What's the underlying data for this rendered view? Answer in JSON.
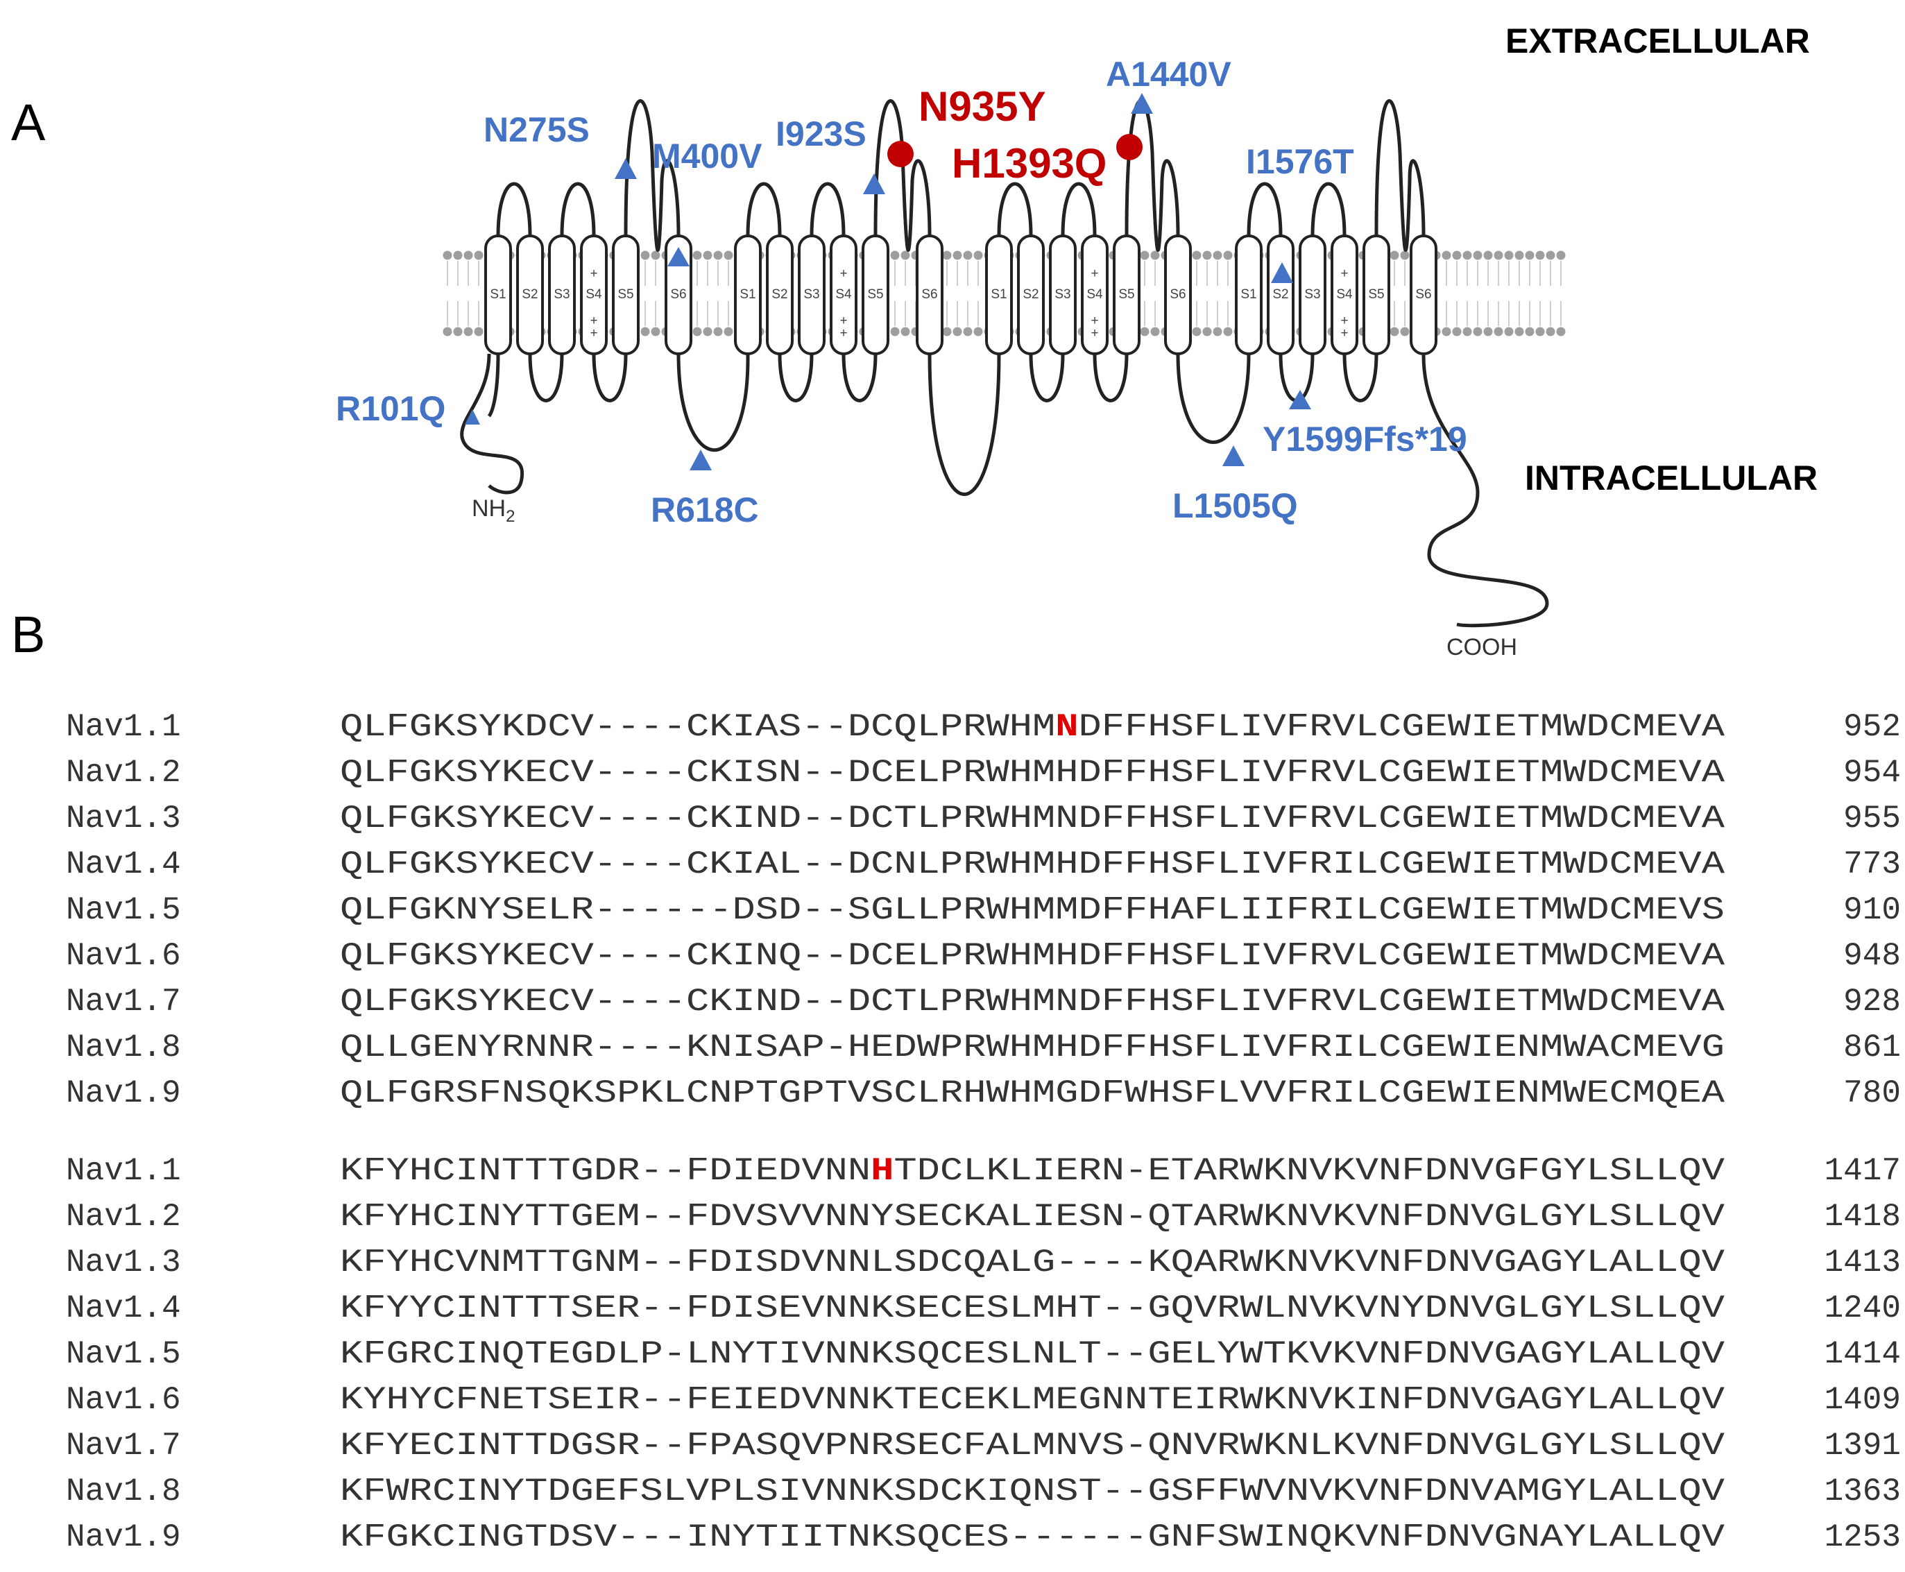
{
  "panel_a": {
    "letter": "A",
    "extracellular_label": "EXTRACELLULAR",
    "intracellular_label": "INTRACELLULAR",
    "n_terminus": "NH2",
    "c_terminus": "COOH",
    "segments": [
      "S1",
      "S2",
      "S3",
      "S4",
      "S5",
      "S6"
    ],
    "mutations_blue": [
      "N275S",
      "M400V",
      "I923S",
      "A1440V",
      "I1576T",
      "R101Q",
      "R618C",
      "L1505Q",
      "Y1599Ffs*19"
    ],
    "mutations_red": [
      "N935Y",
      "H1393Q"
    ],
    "colors": {
      "blue": "#4472C4",
      "red": "#C00000",
      "membrane": "#9e9e9e",
      "line": "#222222"
    }
  },
  "panel_b": {
    "letter": "B",
    "blocks": [
      {
        "rows": [
          {
            "name": "Nav1.1",
            "seq": "QLFGKSYKDCV----CKIAS--DCQLPRWHMNDFFHSFLIVFRVLCGEWIETMWDCMEVA",
            "end": "952",
            "highlight": 31
          },
          {
            "name": "Nav1.2",
            "seq": "QLFGKSYKECV----CKISN--DCELPRWHMHDFFHSFLIVFRVLCGEWIETMWDCMEVA",
            "end": "954"
          },
          {
            "name": "Nav1.3",
            "seq": "QLFGKSYKECV----CKIND--DCTLPRWHMNDFFHSFLIVFRVLCGEWIETMWDCMEVA",
            "end": "955"
          },
          {
            "name": "Nav1.4",
            "seq": "QLFGKSYKECV----CKIAL--DCNLPRWHMHDFFHSFLIVFRILCGEWIETMWDCMEVA",
            "end": "773"
          },
          {
            "name": "Nav1.5",
            "seq": "QLFGKNYSELR------DSD--SGLLPRWHMMDFFHAFLIIFRILCGEWIETMWDCMEVS",
            "end": "910"
          },
          {
            "name": "Nav1.6",
            "seq": "QLFGKSYKECV----CKINQ--DCELPRWHMHDFFHSFLIVFRVLCGEWIETMWDCMEVA",
            "end": "948"
          },
          {
            "name": "Nav1.7",
            "seq": "QLFGKSYKECV----CKIND--DCTLPRWHMNDFFHSFLIVFRVLCGEWIETMWDCMEVA",
            "end": "928"
          },
          {
            "name": "Nav1.8",
            "seq": "QLLGENYRNNR----KNISAP-HEDWPRWHMHDFFHSFLIVFRILCGEWIENMWACMEVG",
            "end": "861"
          },
          {
            "name": "Nav1.9",
            "seq": "QLFGRSFNSQKSPKLCNPTGPTVSCLRHWHMGDFWHSFLVVFRILCGEWIENMWECMQEA",
            "end": "780"
          }
        ]
      },
      {
        "rows": [
          {
            "name": "Nav1.1",
            "seq": "KFYHCINTTTGDR--FDIEDVNNHTDCLKLIERN-ETARWKNVKVNFDNVGFGYLSLLQV",
            "end": "1417",
            "highlight": 23
          },
          {
            "name": "Nav1.2",
            "seq": "KFYHCINYTTGEM--FDVSVVNNYSECKALIESN-QTARWKNVKVNFDNVGLGYLSLLQV",
            "end": "1418"
          },
          {
            "name": "Nav1.3",
            "seq": "KFYHCVNMTTGNM--FDISDVNNLSDCQALG----KQARWKNVKVNFDNVGAGYLALLQV",
            "end": "1413"
          },
          {
            "name": "Nav1.4",
            "seq": "KFYYCINTTTSER--FDISEVNNKSECESLMHT--GQVRWLNVKVNYDNVGLGYLSLLQV",
            "end": "1240"
          },
          {
            "name": "Nav1.5",
            "seq": "KFGRCINQTEGDLP-LNYTIVNNKSQCESLNLT--GELYWTKVKVNFDNVGAGYLALLQV",
            "end": "1414"
          },
          {
            "name": "Nav1.6",
            "seq": "KYHYCFNETSEIR--FEIEDVNNKTECEKLMEGNNTEIRWKNVKINFDNVGAGYLALLQV",
            "end": "1409"
          },
          {
            "name": "Nav1.7",
            "seq": "KFYECINTTDGSR--FPASQVPNRSECFALMNVS-QNVRWKNLKVNFDNVGLGYLSLLQV",
            "end": "1391"
          },
          {
            "name": "Nav1.8",
            "seq": "KFWRCINYTDGEFSLVPLSIVNNKSDCKIQNST--GSFFWVNVKVNFDNVAMGYLALLQV",
            "end": "1363"
          },
          {
            "name": "Nav1.9",
            "seq": "KFGKCINGTDSV---INYTIITNKSQCES------GNFSWINQKVNFDNVGNAYLALLQV",
            "end": "1253"
          }
        ]
      }
    ]
  }
}
